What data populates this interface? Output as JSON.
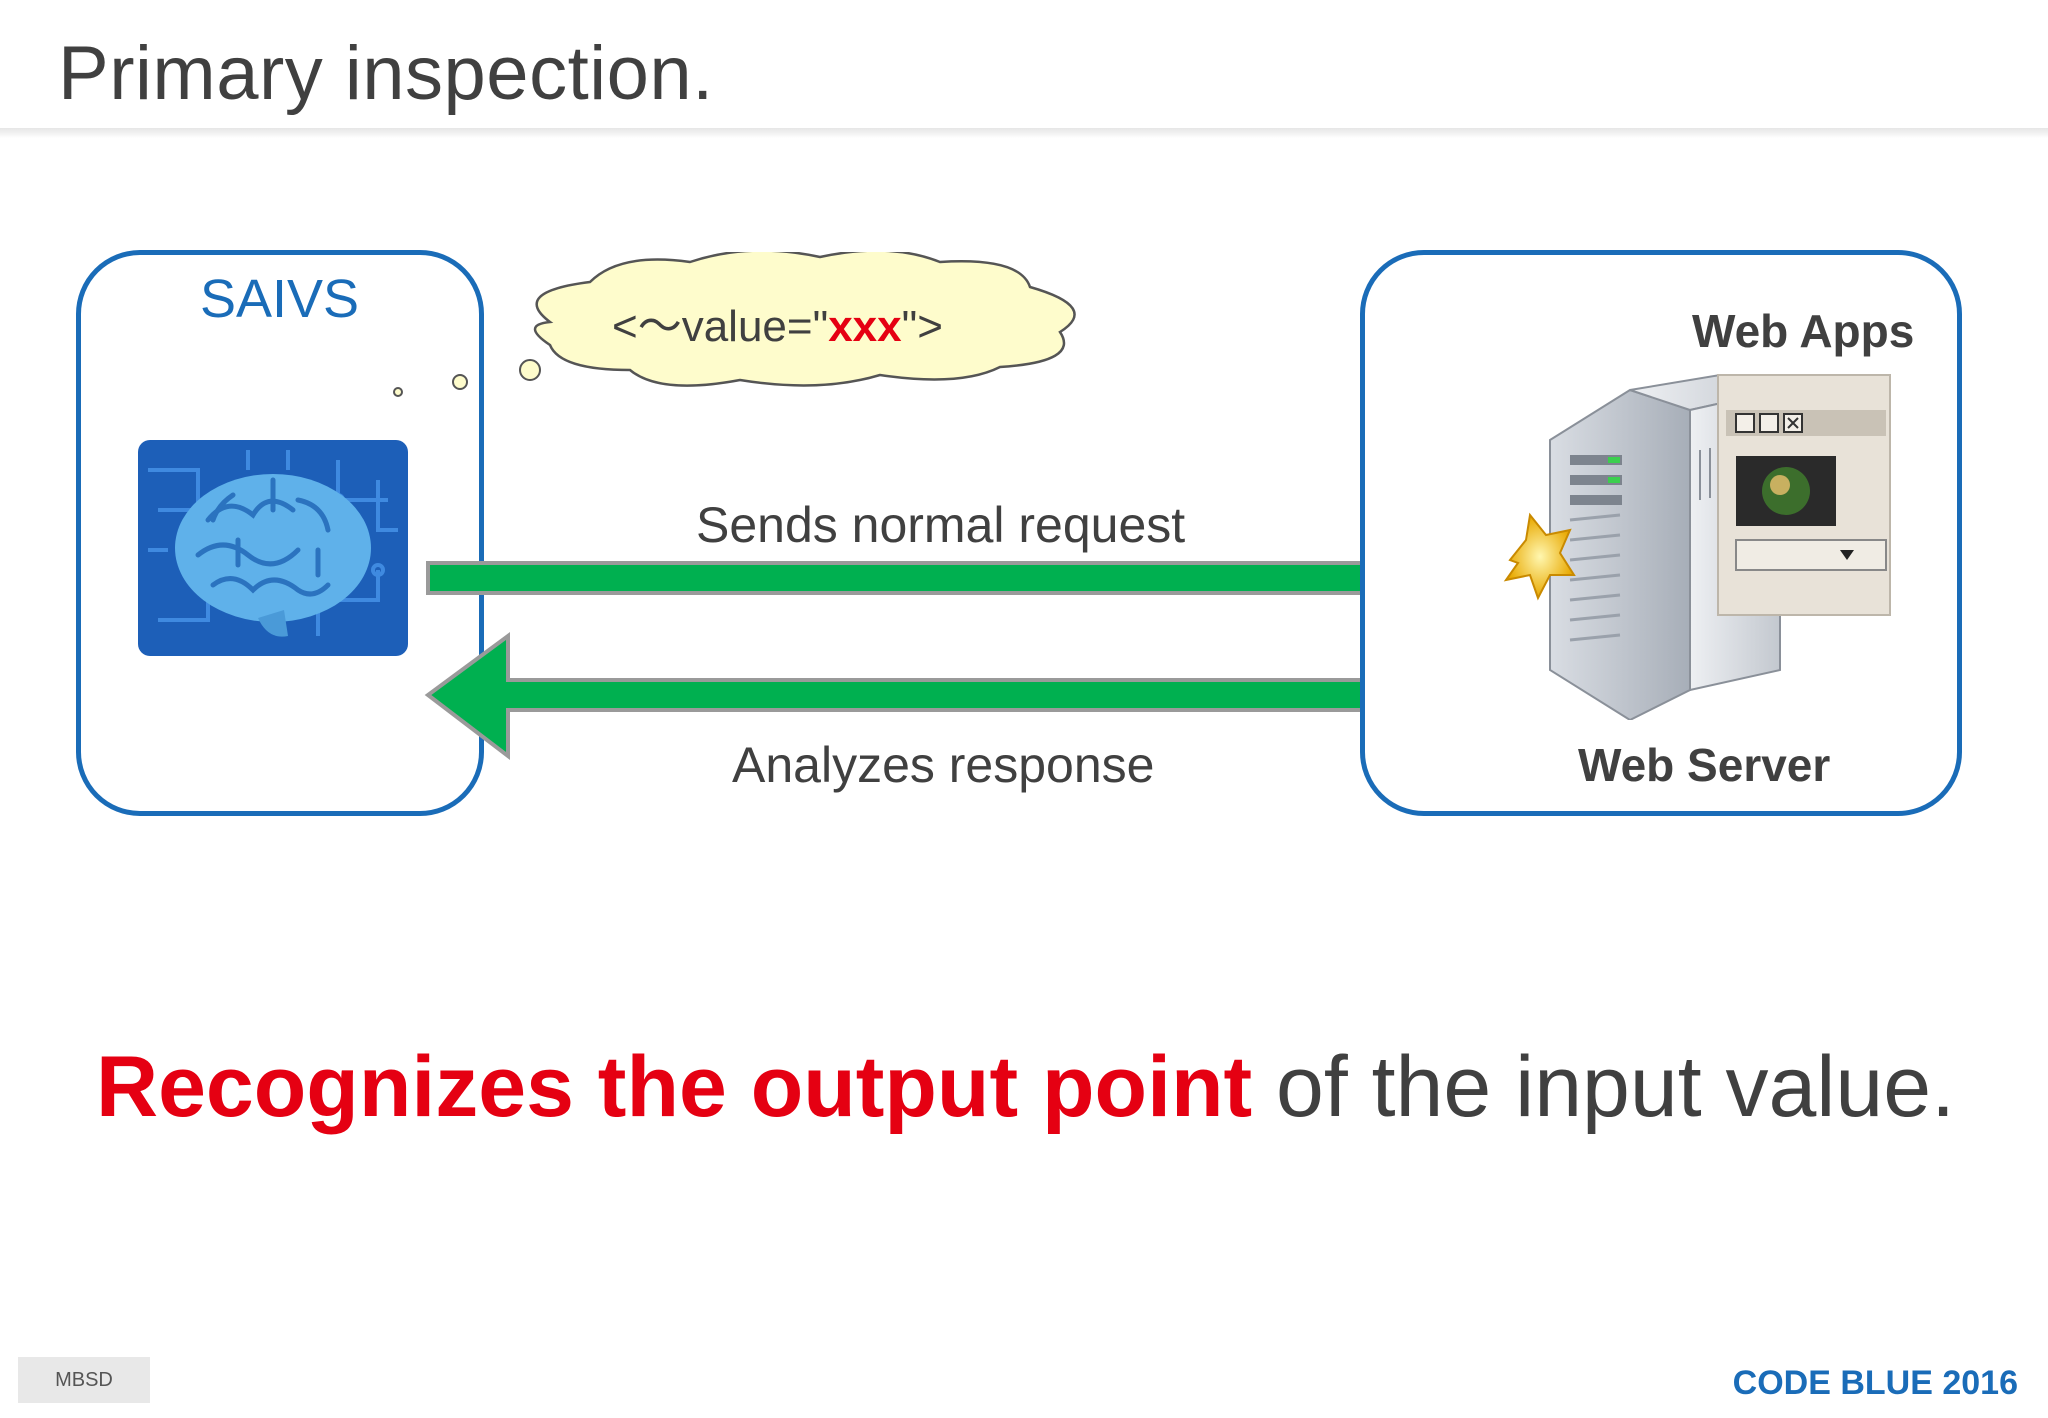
{
  "slide": {
    "title": "Primary inspection."
  },
  "saivs": {
    "label": "SAIVS"
  },
  "thought": {
    "prefix": "<〜value=\"",
    "highlight": "xxx",
    "suffix": "\">"
  },
  "arrows": {
    "request_label": "Sends normal request",
    "response_label": "Analyzes response"
  },
  "server": {
    "apps_label": "Web Apps",
    "server_label": "Web Server"
  },
  "tagline": {
    "strong": "Recognizes the output point",
    "rest": " of the input value."
  },
  "footer": {
    "left": "MBSD",
    "right": "CODE BLUE 2016"
  },
  "colors": {
    "accent_blue": "#1a6cb8",
    "arrow_green": "#00b050",
    "highlight_red": "#e50012"
  }
}
